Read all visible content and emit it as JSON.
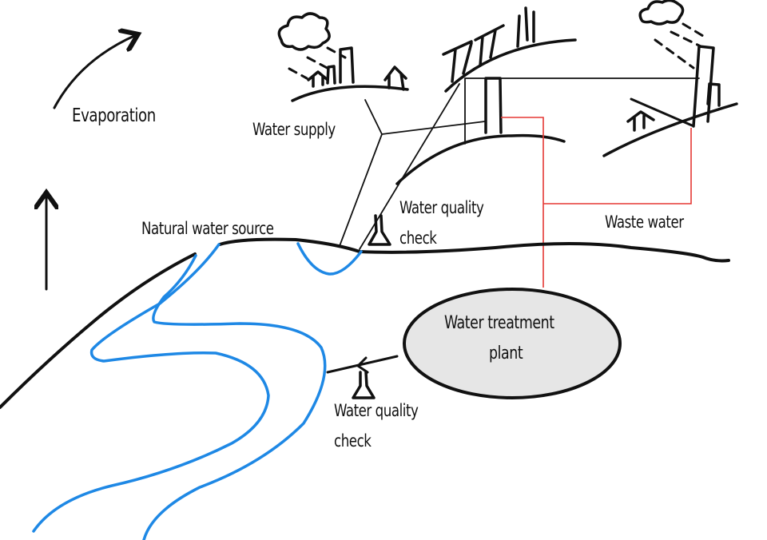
{
  "labels": {
    "evaporation": "Evaporation",
    "water_supply": "Water supply",
    "water_quality_check_top_line1": "Water quality",
    "water_quality_check_top_line2": "check",
    "natural_water_source": "Natural water source",
    "waste_water": "Waste water",
    "treatment_plant_line1": "Water treatment",
    "treatment_plant_line2": "plant",
    "water_quality_check_bottom_line1": "Water quality",
    "water_quality_check_bottom_line2": "check"
  },
  "colors": {
    "ink": "#111111",
    "river": "#1e88e5",
    "waste_pipe": "#e53935",
    "plant_fill": "#e6e6e6"
  }
}
